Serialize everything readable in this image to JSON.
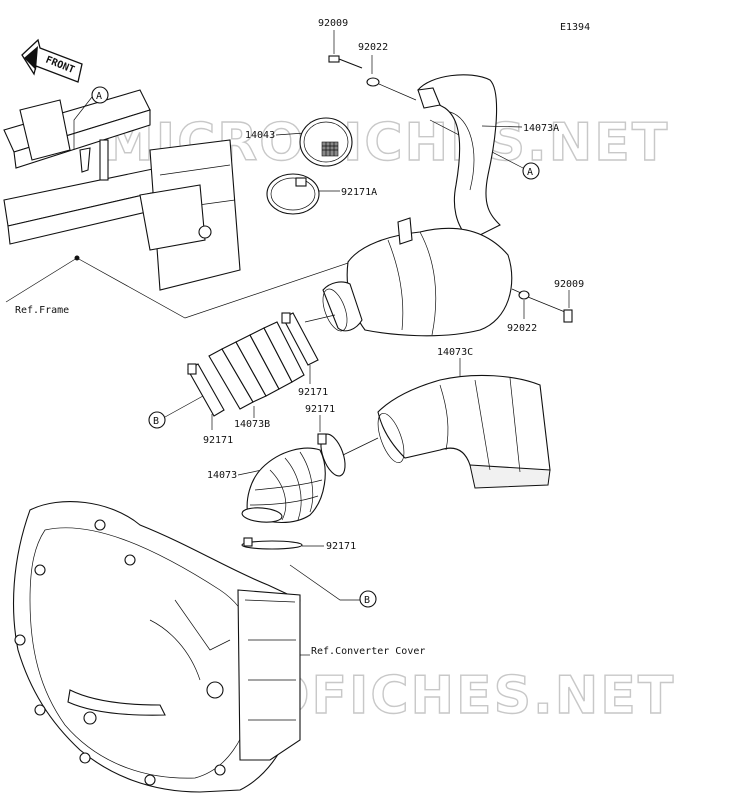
{
  "diagram_code": "E1394",
  "front_label": "FRONT",
  "watermark": "MICROFICHES.NET",
  "references": {
    "frame": "Ref.Frame",
    "converter_cover": "Ref.Converter Cover"
  },
  "callouts": {
    "a": "A",
    "b": "B"
  },
  "part_numbers": {
    "bolt_top": "92009",
    "washer_top": "92022",
    "screen": "14043",
    "clamp_a": "92171A",
    "duct_a": "14073A",
    "washer_right": "92022",
    "bolt_right": "92009",
    "clamp_mid": "92171",
    "duct_b": "14073B",
    "clamp_left": "92171",
    "duct_c": "14073C",
    "clamp_upper": "92171",
    "boot": "14073",
    "clamp_lower": "92171"
  }
}
